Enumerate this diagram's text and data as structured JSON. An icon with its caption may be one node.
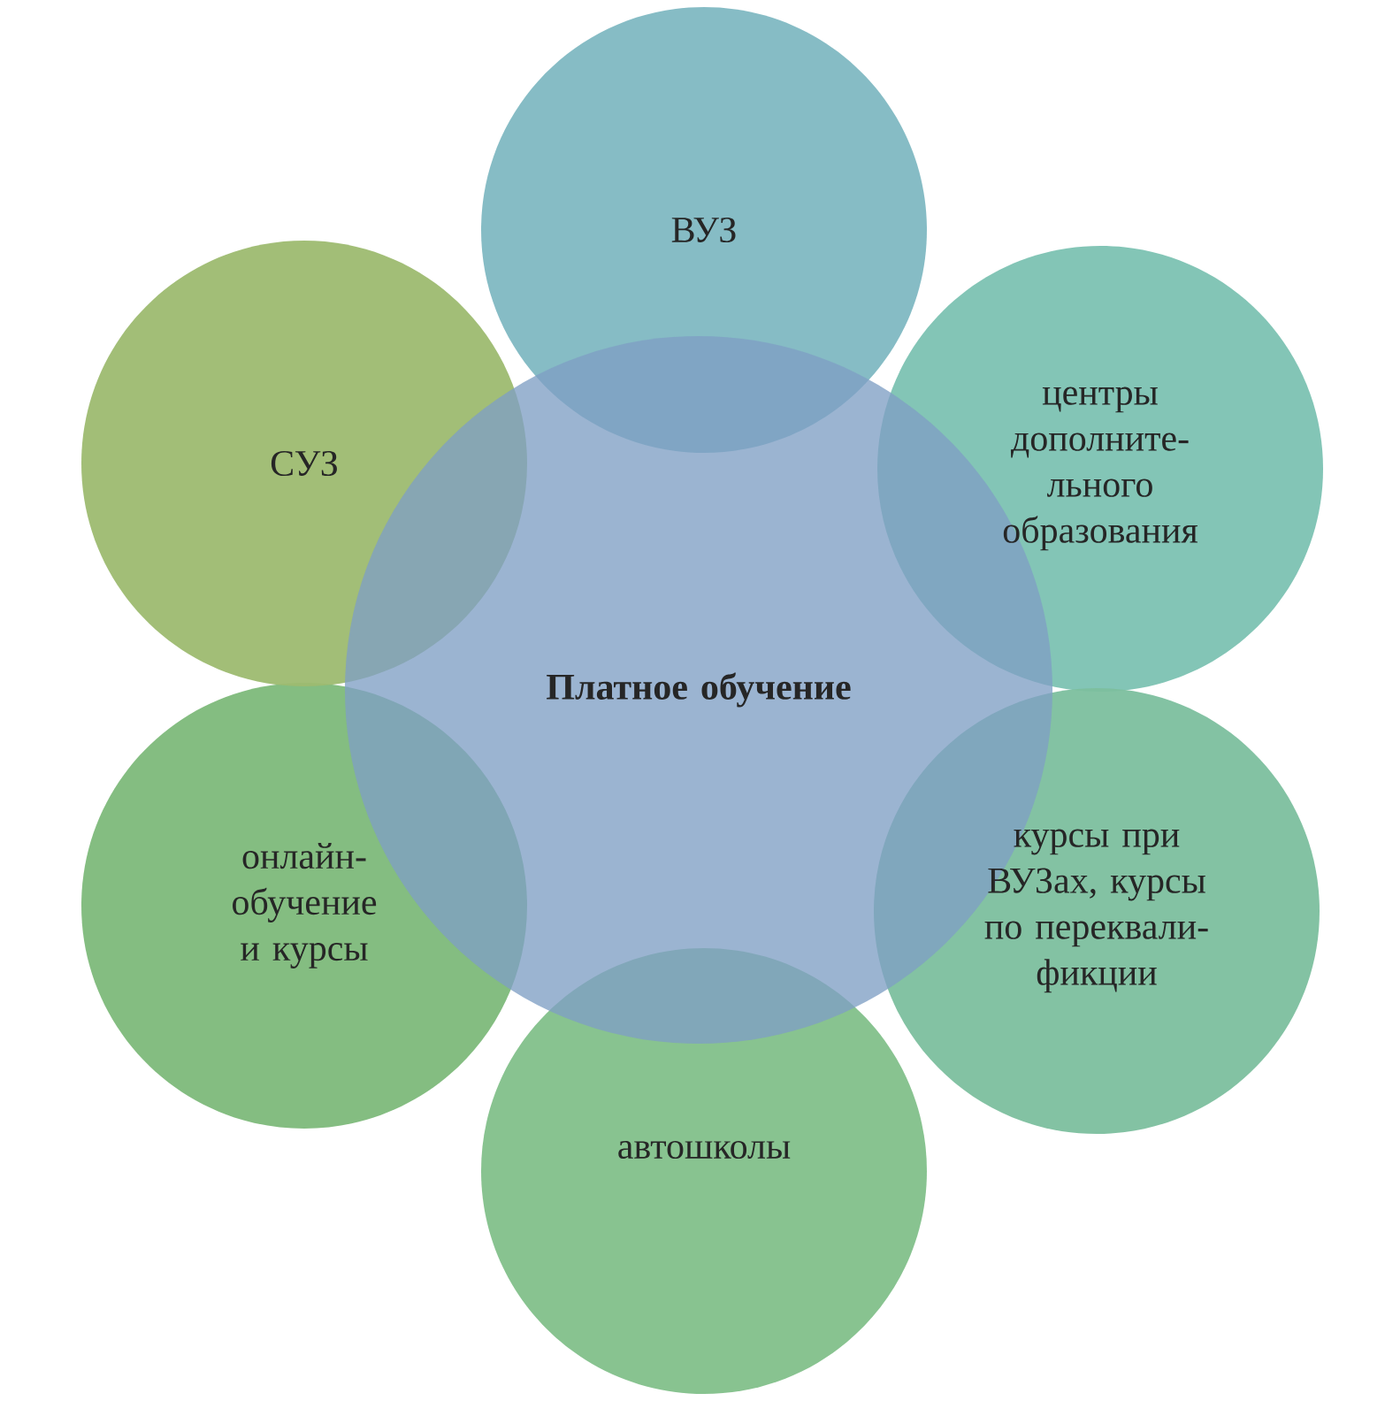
{
  "diagram": {
    "nodes": [
      {
        "text": [
          "Платное обучение"
        ]
      },
      {
        "text": [
          "ВУЗ"
        ]
      },
      {
        "text": [
          "центры дополните- льного образования"
        ]
      },
      {
        "text": [
          "курсы при ВУЗах, курсы по переквали- фикции"
        ]
      },
      {
        "text": [
          "автошколы"
        ]
      },
      {
        "text": [
          "онлайн- обучение и курсы"
        ]
      },
      {
        "text": [
          "СУЗ"
        ]
      }
    ]
  }
}
